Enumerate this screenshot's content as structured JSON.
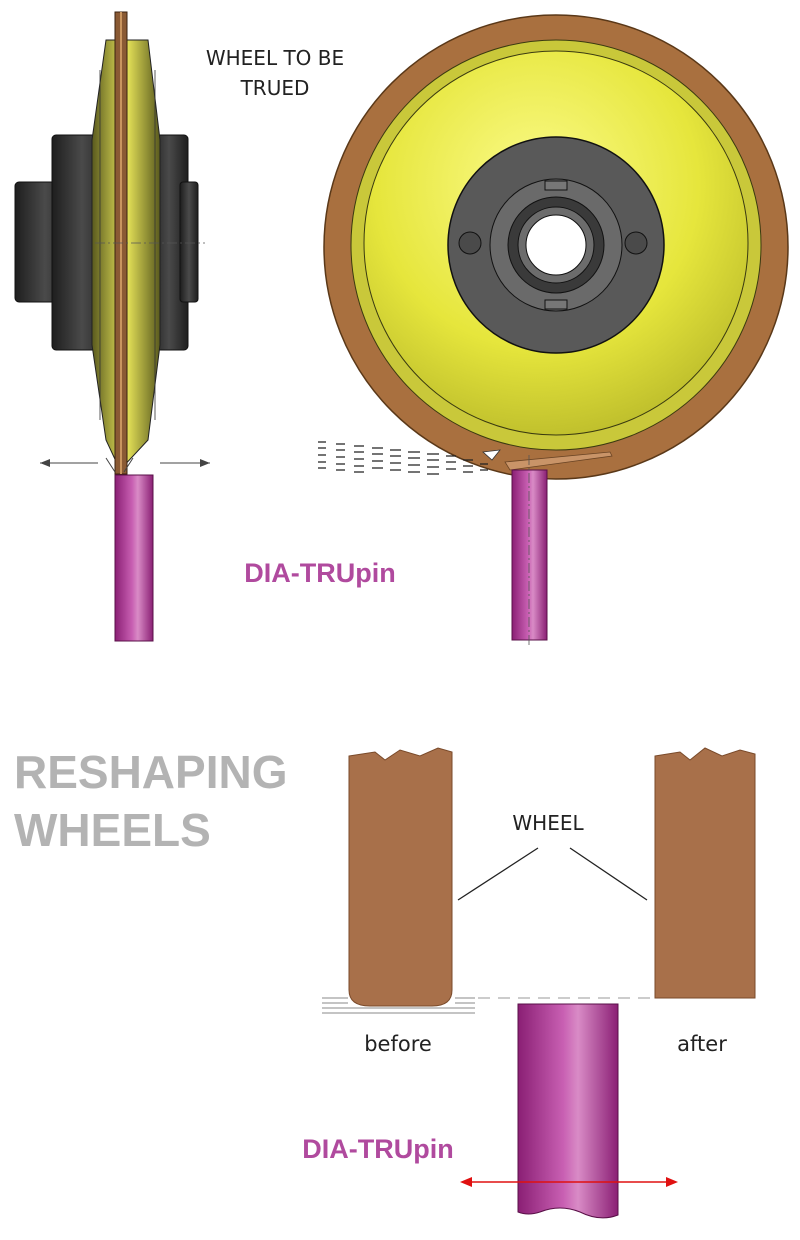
{
  "labels": {
    "wheel_to_be_trued_line1": "WHEEL TO BE",
    "wheel_to_be_trued_line2": "TRUED",
    "pin_top": "DIA-TRUpin",
    "heading_line1": "RESHAPING",
    "heading_line2": "WHEELS",
    "wheel": "WHEEL",
    "before": "before",
    "after": "after",
    "pin_bottom": "DIA-TRUpin"
  },
  "colors": {
    "brand_magenta": "#b04a9e",
    "heading_gray": "#b3b3b3",
    "wheel_brown": "#a8704a",
    "wheel_yellow": "#e6e640",
    "hub_gray": "#555555",
    "pin_purple": "#a8328f",
    "arrow_red": "#e01010"
  },
  "icons": [
    "grinding-wheel-side-view",
    "grinding-wheel-front-view",
    "truing-pin",
    "double-arrow"
  ]
}
